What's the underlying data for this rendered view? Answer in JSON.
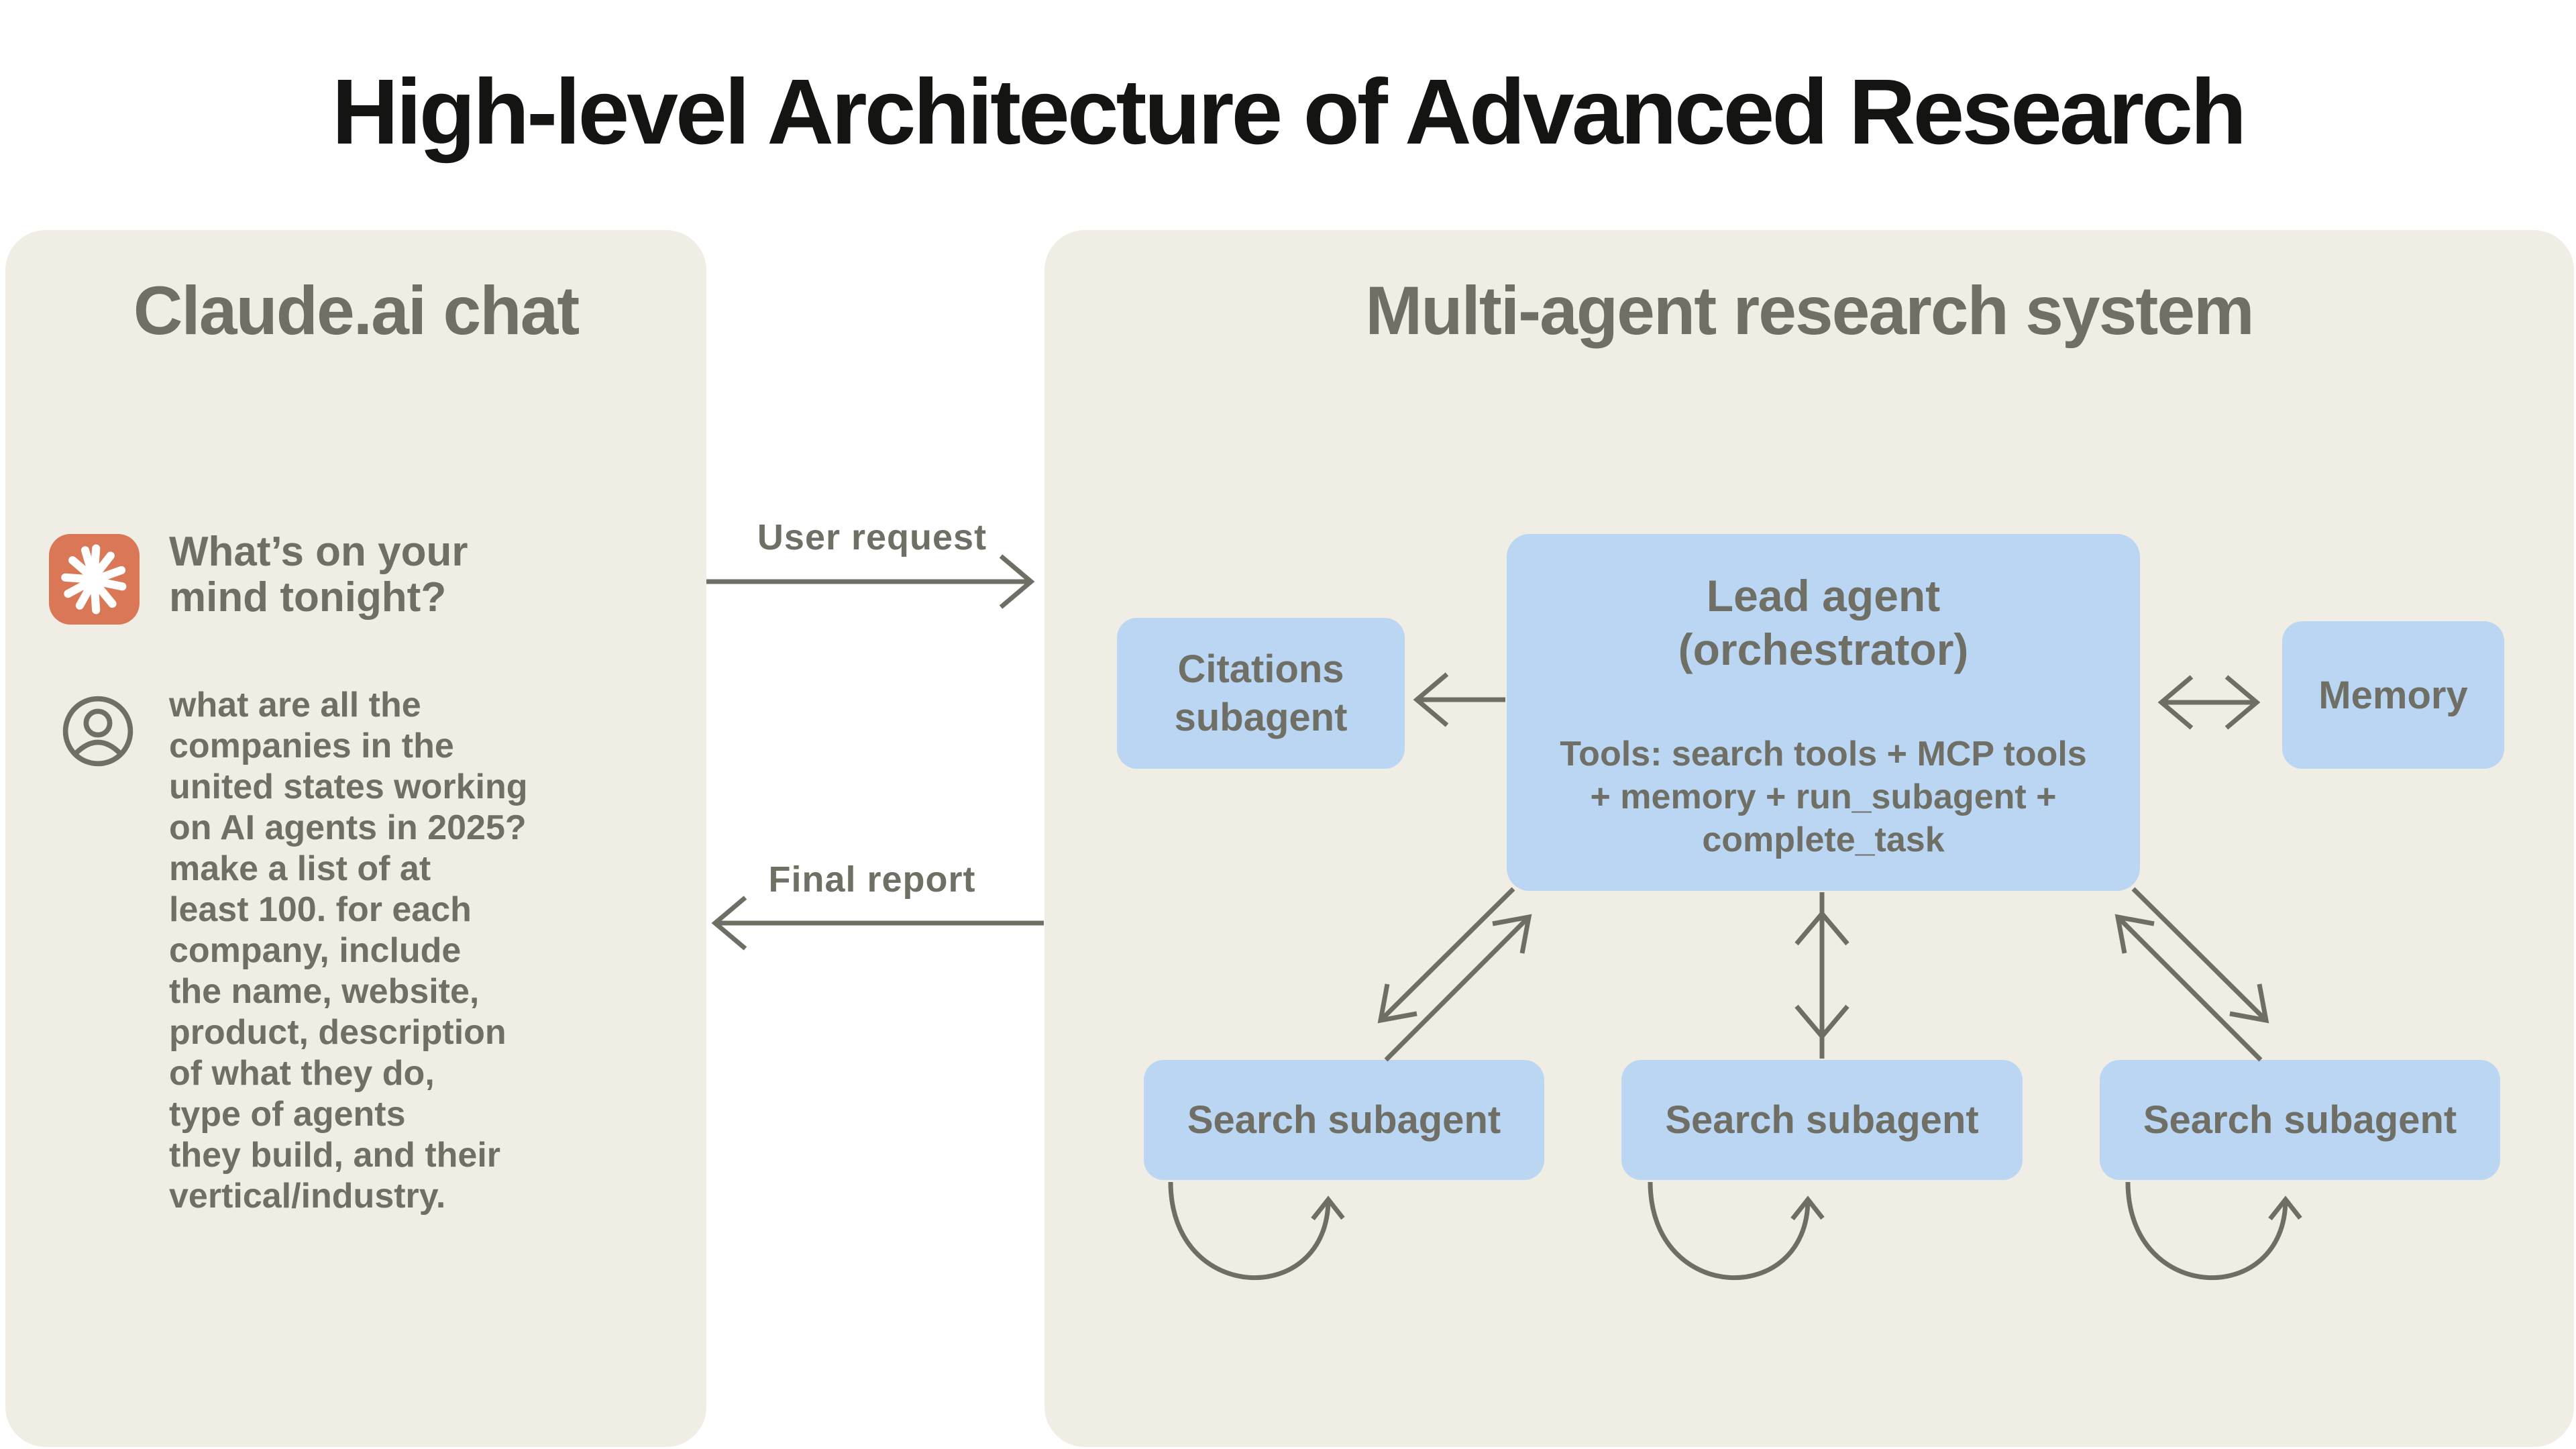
{
  "page": {
    "title": "High-level Architecture of Advanced Research"
  },
  "left_panel": {
    "header": "Claude.ai chat",
    "prompt_heading": "What’s on your\nmind tonight?",
    "user_query": "what are all the\ncompanies in the\nunited states working\non AI agents in 2025?\nmake a list of at\nleast 100. for each\ncompany, include\nthe name, website,\nproduct, description\nof what they do,\ntype of agents\nthey build, and their\nvertical/industry.",
    "claude_icon": "claude-spark-icon",
    "user_icon": "user-avatar-icon"
  },
  "connectors": {
    "user_request_label": "User request",
    "final_report_label": "Final report"
  },
  "right_panel": {
    "header": "Multi-agent research system",
    "citations_label": "Citations\nsubagent",
    "lead_title": "Lead agent\n(orchestrator)",
    "lead_tools": "Tools: search tools + MCP tools\n+ memory + run_subagent +\ncomplete_task",
    "memory_label": "Memory",
    "search_labels": [
      "Search subagent",
      "Search subagent",
      "Search subagent"
    ]
  },
  "colors": {
    "panel_background": "#F0EDE5",
    "node_blue": "#BAD6F2",
    "text_gray": "#6F6F66",
    "arrow_gray": "#6E6E64",
    "claude_orange": "#D97757",
    "title_black": "#141413"
  }
}
